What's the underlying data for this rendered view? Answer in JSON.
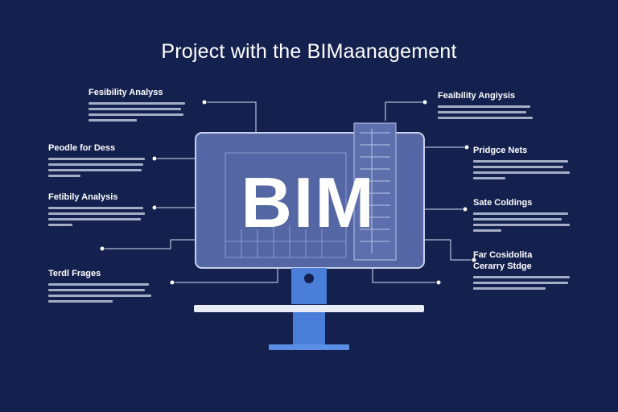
{
  "title": "Project with the BIMaanagement",
  "monitor": {
    "screen_text": "BIM"
  },
  "colors": {
    "background": "#14214f",
    "screen": "#5466a3",
    "screen_border": "#c9d1ec",
    "stand": "#4a7ed8",
    "text": "#ffffff"
  },
  "blocks": [
    {
      "heading": "Fesibility Analyss",
      "lines": 4
    },
    {
      "heading": "Peodle for Dess",
      "lines": 4
    },
    {
      "heading": "Fetibily Analysis",
      "lines": 4
    },
    {
      "heading": "Terdl Frages",
      "lines": 4
    },
    {
      "heading": "Feaibility Angiysis",
      "lines": 3
    },
    {
      "heading": "Pridgce Nets",
      "lines": 4
    },
    {
      "heading": "Sate Coldings",
      "lines": 4
    },
    {
      "heading": "Far Cosidolita\nCerarry Stdge",
      "lines": 3
    }
  ]
}
